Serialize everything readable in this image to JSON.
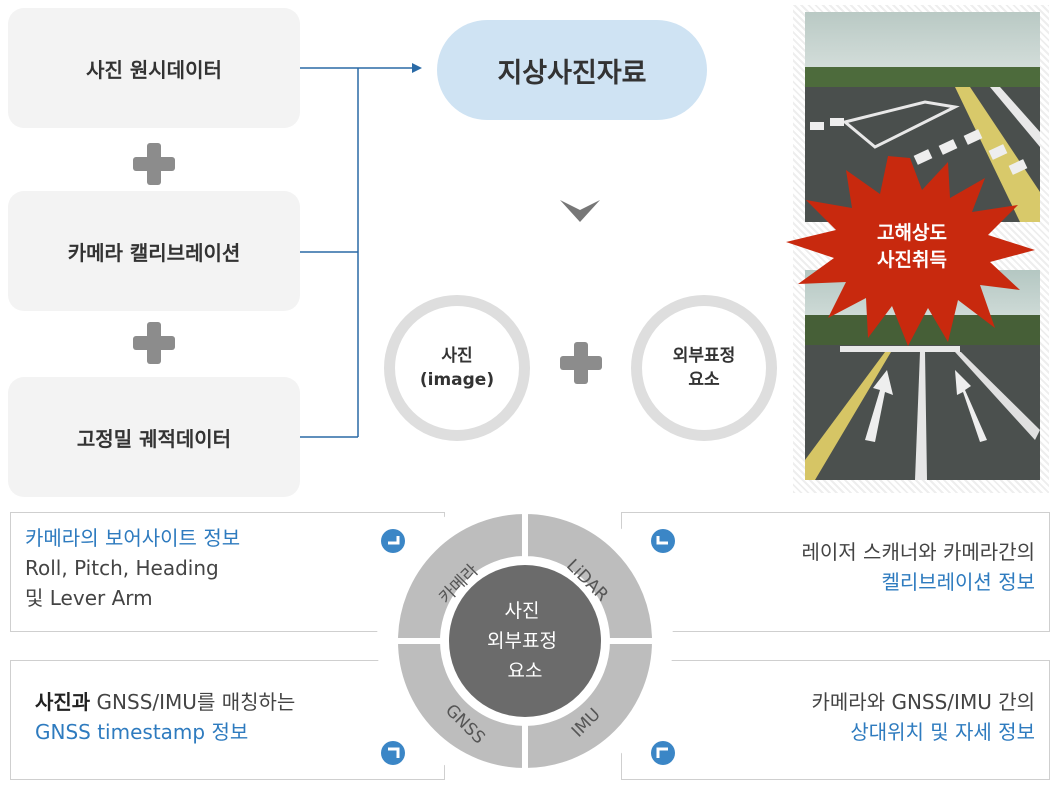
{
  "inputs": {
    "raw_photo": "사진 원시데이터",
    "calibration": "카메라 캘리브레이션",
    "trajectory": "고정밀 궤적데이터"
  },
  "result": "지상사진자료",
  "elements": {
    "photo_line1": "사진",
    "photo_line2": "(image)",
    "eo_line1": "외부표정",
    "eo_line2": "요소"
  },
  "photo_badge": {
    "line1": "고해상도",
    "line2": "사진취득"
  },
  "wheel": {
    "center_line1": "사진",
    "center_line2": "외부표정",
    "center_line3": "요소",
    "seg_camera": "카메라",
    "seg_lidar": "LiDAR",
    "seg_gnss": "GNSS",
    "seg_imu": "IMU"
  },
  "info": {
    "camera": {
      "line1": "카메라의 보어사이트 정보",
      "line2": "Roll, Pitch, Heading",
      "line3": "및 Lever Arm"
    },
    "lidar": {
      "line1": "레이저 스캐너와 카메라간의",
      "line2": "켈리브레이션 정보"
    },
    "gnss": {
      "line1_bold": "사진과",
      "line1_rest": " GNSS/IMU를 매칭하는",
      "line2": "GNSS timestamp 정보"
    },
    "imu": {
      "line1": "카메라와 GNSS/IMU 간의",
      "line2": "상대위치 및 자세 정보"
    }
  },
  "colors": {
    "blue_text": "#2e7bbf",
    "connector": "#2a6aa6",
    "result_fill": "#cfe3f3",
    "wheel_center": "#6b6b6b",
    "wheel_ring": "#bdbdbd",
    "badge_red": "#c8290e"
  }
}
